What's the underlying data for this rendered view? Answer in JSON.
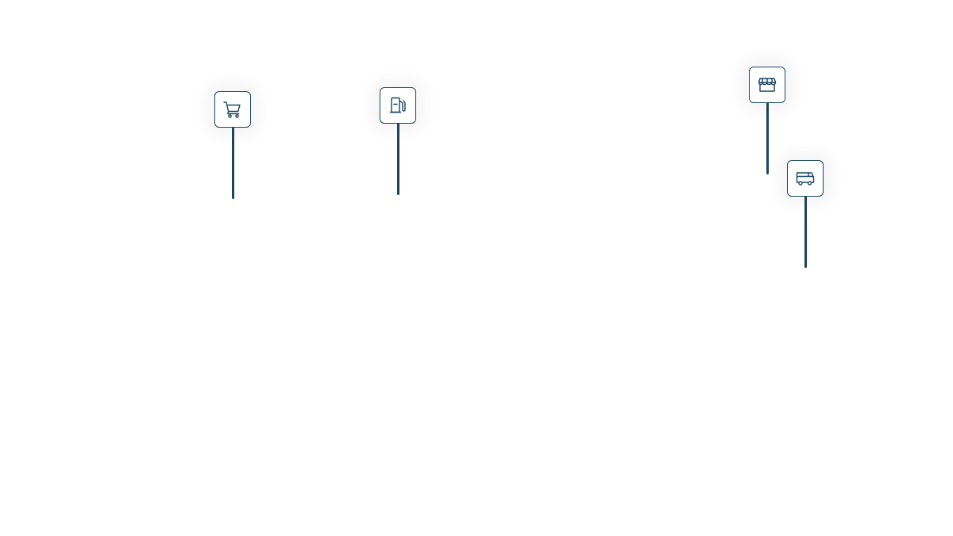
{
  "map": {
    "accent_color": "#1d4561",
    "background_color": "#ffffff",
    "markers": [
      {
        "id": "cart",
        "icon": "shopping-cart-icon",
        "category": "grocery"
      },
      {
        "id": "fuel",
        "icon": "fuel-pump-icon",
        "category": "gas-station"
      },
      {
        "id": "store",
        "icon": "storefront-icon",
        "category": "store"
      },
      {
        "id": "rv",
        "icon": "camper-van-icon",
        "category": "rv-camping"
      }
    ]
  }
}
